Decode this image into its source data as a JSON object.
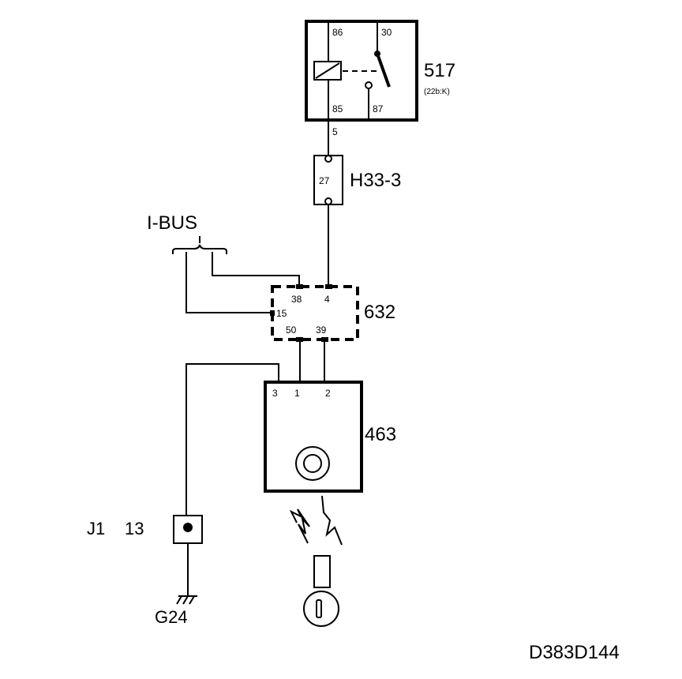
{
  "diagram_id": "D383D144",
  "relay": {
    "id": "517",
    "note": "(22b:K)",
    "pins": {
      "p86": "86",
      "p30": "30",
      "p85": "85",
      "p87": "87"
    },
    "wire_label": "5"
  },
  "connector_h33": {
    "id": "H33-3",
    "pin": "27"
  },
  "bus_label": "I-BUS",
  "module_632": {
    "id": "632",
    "pins": {
      "p38": "38",
      "p4": "4",
      "p15": "15",
      "p50": "50",
      "p39": "39"
    }
  },
  "module_463": {
    "id": "463",
    "pins": {
      "p3": "3",
      "p1": "1",
      "p2": "2"
    }
  },
  "junction": {
    "id": "J1",
    "num": "13"
  },
  "ground": {
    "id": "G24"
  }
}
